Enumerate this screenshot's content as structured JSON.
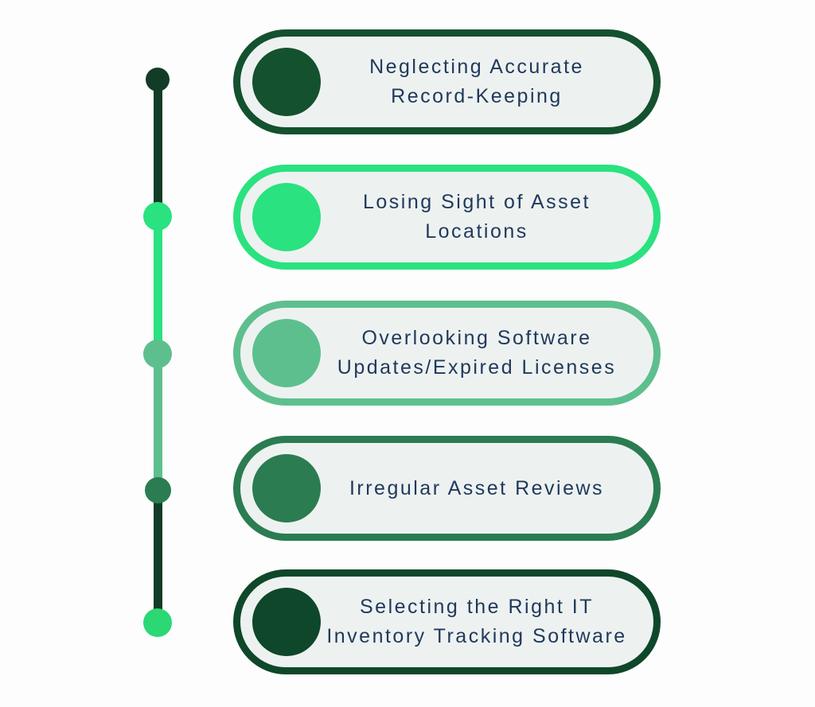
{
  "canvas": {
    "background": "#fdfdfd"
  },
  "styles": {
    "card_fill": "#edf2f1",
    "text_color": "#21395b"
  },
  "cards": [
    {
      "line1": "Neglecting Accurate",
      "line2": "Record-Keeping",
      "color": "#14512e"
    },
    {
      "line1": "Losing Sight of Asset",
      "line2": "Locations",
      "color": "#2ae27f"
    },
    {
      "line1": "Overlooking Software",
      "line2": "Updates/Expired Licenses",
      "color": "#5ebf8e"
    },
    {
      "line1": "Irregular Asset Reviews",
      "line2": "",
      "color": "#2b7c51"
    },
    {
      "line1": "Selecting the Right IT",
      "line2": "Inventory Tracking Software",
      "color": "#0f472a"
    }
  ],
  "timeline": {
    "dots": [
      {
        "color": "#123c27"
      },
      {
        "color": "#2ae27f"
      },
      {
        "color": "#5ebf8e"
      },
      {
        "color": "#2b7c51"
      },
      {
        "color": "#2bd874"
      }
    ],
    "segments": [
      {
        "color": "#123c27"
      },
      {
        "color": "#2ae27f"
      },
      {
        "color": "#5ebf8e"
      },
      {
        "color": "#123c27"
      }
    ]
  }
}
